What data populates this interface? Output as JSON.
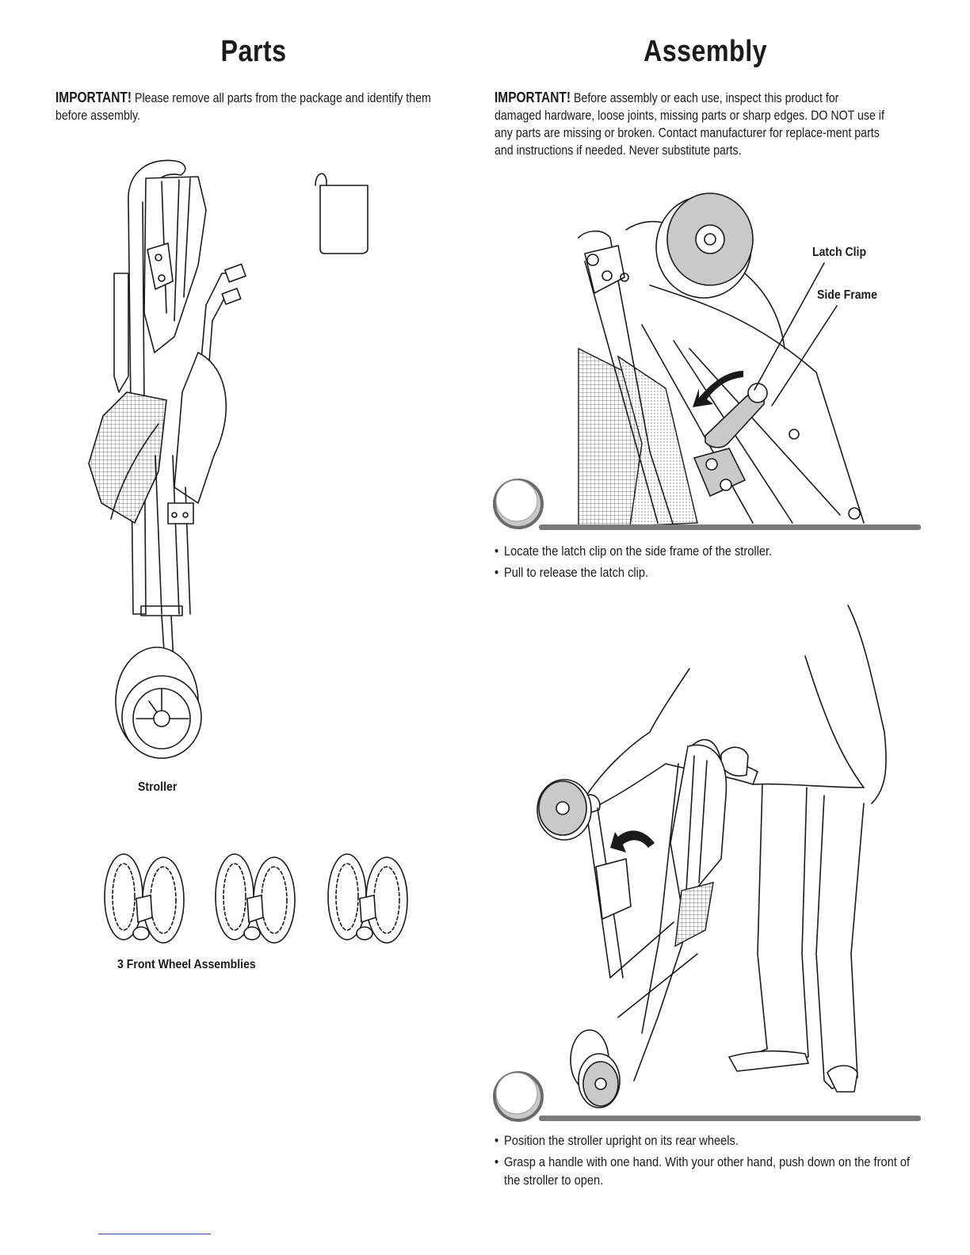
{
  "parts": {
    "title": "Parts",
    "important_label": "IMPORTANT!",
    "important_text": "Please remove all parts from the package and identify them before assembly.",
    "stroller_label": "Stroller",
    "wheels_label": "3 Front Wheel Assemblies"
  },
  "assembly": {
    "title": "Assembly",
    "important_label": "IMPORTANT!",
    "important_text": "Before assembly or each use, inspect this product for damaged hardware, loose joints, missing parts or sharp edges. DO NOT use if any parts are missing or broken. Contact manufacturer for replace-ment parts and instructions if needed. Never substitute parts.",
    "step1": {
      "callout_latch": "Latch Clip",
      "callout_frame": "Side Frame",
      "bullets": [
        "Locate the latch clip on the side frame of the stroller.",
        "Pull to release the latch clip."
      ]
    },
    "step2": {
      "bullets": [
        "Position the stroller upright on its rear wheels.",
        "Grasp a handle with one hand. With your other hand, push down on the front of the stroller to open."
      ]
    }
  }
}
